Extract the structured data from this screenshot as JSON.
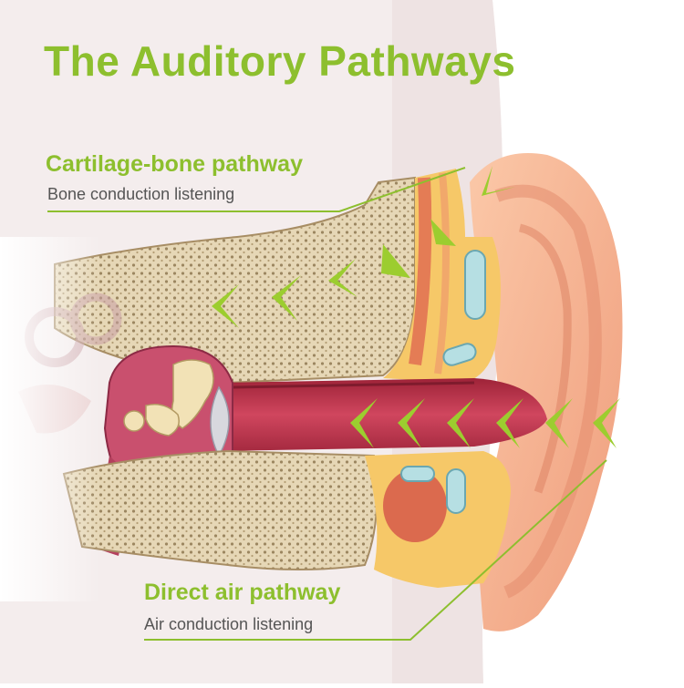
{
  "title": "The Auditory Pathways",
  "pathways": [
    {
      "name": "Cartilage-bone pathway",
      "subtitle": "Bone conduction listening"
    },
    {
      "name": "Direct air pathway",
      "subtitle": "Air conduction listening"
    }
  ],
  "colors": {
    "accent": "#8dbf2e",
    "subtext": "#555555",
    "skin": "#f5b08f",
    "bone": "#e9dcc0",
    "canal": "#b8324a",
    "cartilage": "#f6c868"
  }
}
